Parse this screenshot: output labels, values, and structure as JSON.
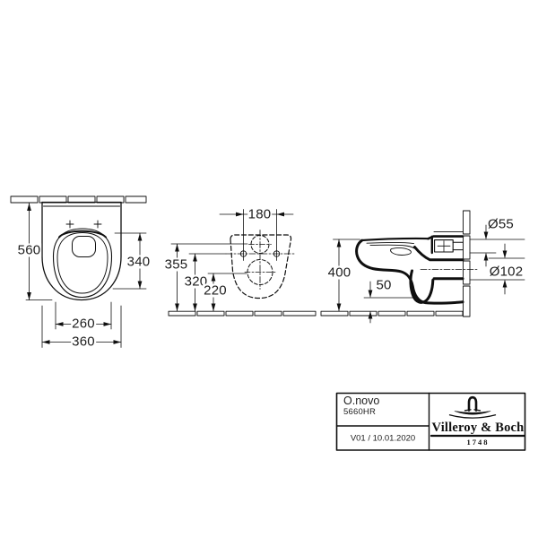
{
  "dimensions": {
    "top_view": {
      "height_mm": "560",
      "bowl_depth_mm": "340",
      "seat_width_mm": "260",
      "overall_width_mm": "360"
    },
    "rear_view": {
      "fixing_hole_spacing_mm": "180",
      "water_inlet_height_mm": "355",
      "fixing_holes_height_mm": "320",
      "outlet_height_mm": "220"
    },
    "side_view": {
      "rim_height_mm": "400",
      "underside_clearance_mm": "50",
      "inlet_diameter": "Ø55",
      "outlet_diameter": "Ø102"
    }
  },
  "title_block": {
    "series_name": "O.novo",
    "article_number": "5660HR",
    "version_and_date": "V01 / 10.01.2020",
    "brand_name": "Villeroy & Boch",
    "brand_founded_year": "1748"
  },
  "colors": {
    "line_color": "#000000",
    "background": "#ffffff",
    "label_text": "#1d1d1d"
  }
}
